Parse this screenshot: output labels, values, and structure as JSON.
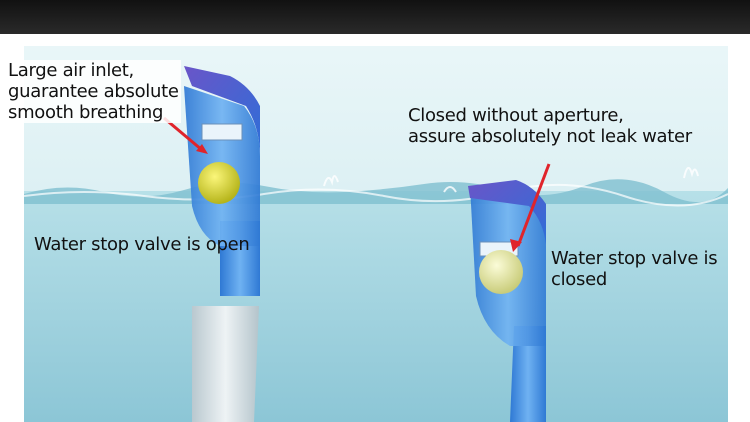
{
  "image_title": "",
  "annotations": {
    "large_inlet": [
      "Large air inlet,",
      "guarantee absolute",
      "smooth breathing"
    ],
    "closed_aperture": [
      "Closed without aperture,",
      "assure absolutely not leak water"
    ],
    "valve_open": "Water stop valve is open",
    "valve_closed": [
      "Water stop valve is",
      " closed"
    ]
  },
  "colors": {
    "water": "#a9d9e3",
    "sky": "#d6edf0",
    "tube_blue": "#3a8fe0",
    "ball_yellow": "#e6e02a",
    "ball_pale": "#eef2a0",
    "arrow_red": "#e0242b"
  },
  "icons": [
    "snorkel-open-diagram",
    "snorkel-closed-diagram",
    "arrow-pointer"
  ]
}
